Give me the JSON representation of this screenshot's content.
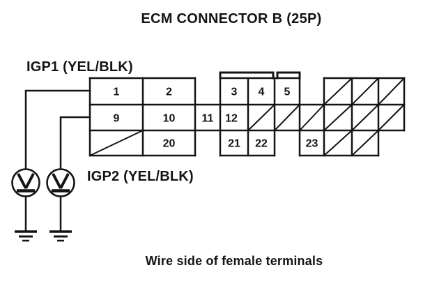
{
  "page": {
    "title": "ECM CONNECTOR B (25P)",
    "caption": "Wire side of female terminals",
    "wire_labels": {
      "igp1": "IGP1 (YEL/BLK)",
      "igp2": "IGP2 (YEL/BLK)"
    },
    "connector": {
      "pins": {
        "p1": "1",
        "p2": "2",
        "p3": "3",
        "p4": "4",
        "p5": "5",
        "p9": "9",
        "p10": "10",
        "p11": "11",
        "p12": "12",
        "p20": "20",
        "p21": "21",
        "p22": "22",
        "p23": "23"
      }
    },
    "icons": {
      "voltmeter": "circle with V probe and base bar",
      "ground": "chassis ground bars",
      "unused_cell": "diagonal slash"
    },
    "colors": {
      "ink": "#141414",
      "background": "#ffffff"
    }
  }
}
